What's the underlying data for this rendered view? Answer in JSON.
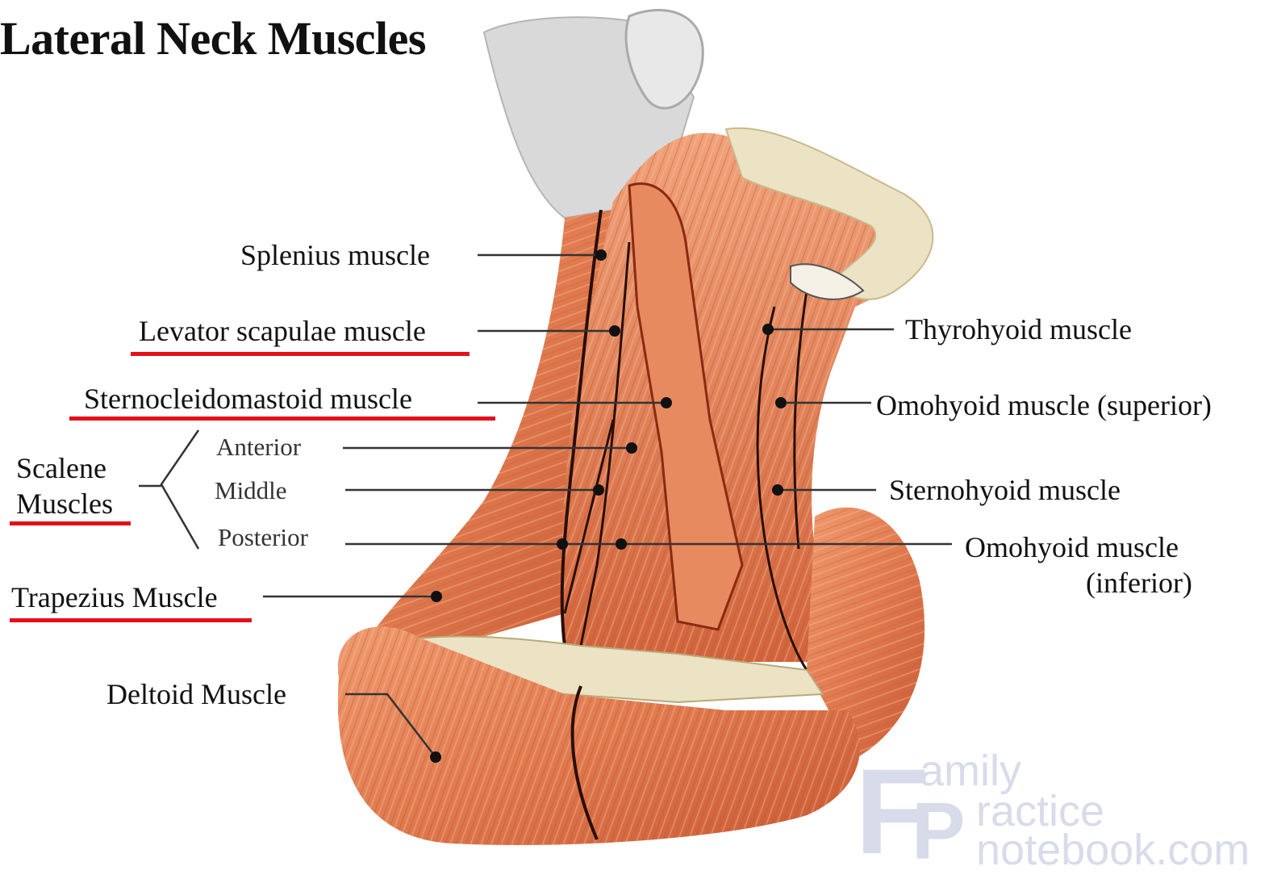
{
  "title": "Lateral Neck Muscles",
  "labels": {
    "splenius": "Splenius muscle",
    "levator": "Levator scapulae muscle",
    "sternocleidomastoid": "Sternocleidomastoid muscle",
    "scalene_line1": "Scalene",
    "scalene_line2": "Muscles",
    "anterior": "Anterior",
    "middle": "Middle",
    "posterior": "Posterior",
    "trapezius": "Trapezius Muscle",
    "deltoid": "Deltoid Muscle",
    "thyrohyoid": "Thyrohyoid muscle",
    "omohyoid_superior": "Omohyoid muscle (superior)",
    "sternohyoid": "Sternohyoid muscle",
    "omohyoid_inferior_line1": "Omohyoid muscle",
    "omohyoid_inferior_line2": "(inferior)"
  },
  "watermark": {
    "big_f": "F",
    "big_p": "P",
    "line1": "amily",
    "line2": "ractice",
    "line3": "notebook.com"
  },
  "colors": {
    "muscle": "#e07a4f",
    "muscle_dark": "#c4502c",
    "tendon": "#ece7cf",
    "skin_gray": "#d8d8d8",
    "underline": "#e3101b",
    "leader": "#333333"
  }
}
